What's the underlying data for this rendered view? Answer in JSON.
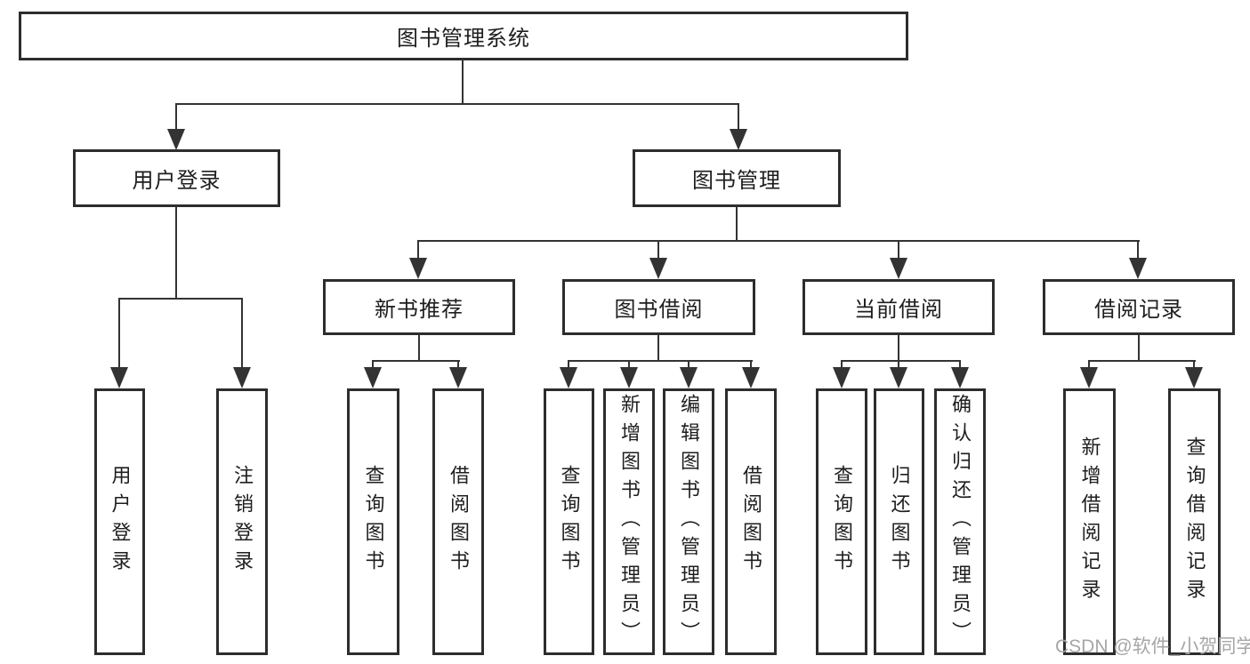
{
  "diagram": {
    "root": {
      "label": "图书管理系统"
    },
    "branches": {
      "user_login": {
        "label": "用户登录",
        "children": [
          "用户登录",
          "注销登录"
        ]
      },
      "book_management": {
        "label": "图书管理",
        "children": {
          "new_book_recommendation": {
            "label": "新书推荐",
            "children": [
              "查询图书",
              "借阅图书"
            ]
          },
          "book_borrowing": {
            "label": "图书借阅",
            "children": [
              "查询图书",
              "新增图书（管理员）",
              "编辑图书（管理员）",
              "借阅图书"
            ]
          },
          "current_borrowing": {
            "label": "当前借阅",
            "children": [
              "查询图书",
              "归还图书",
              "确认归还（管理员）"
            ]
          },
          "borrowing_records": {
            "label": "借阅记录",
            "children": [
              "新增借阅记录",
              "查询借阅记录"
            ]
          }
        }
      }
    }
  },
  "watermark": {
    "text": "CSDN @软件_小贺同学"
  },
  "colors": {
    "line": "#333333",
    "border": "#2d2d2d",
    "text": "#1e1e1e",
    "background": "#ffffff",
    "watermark": "#a6a6a6"
  }
}
